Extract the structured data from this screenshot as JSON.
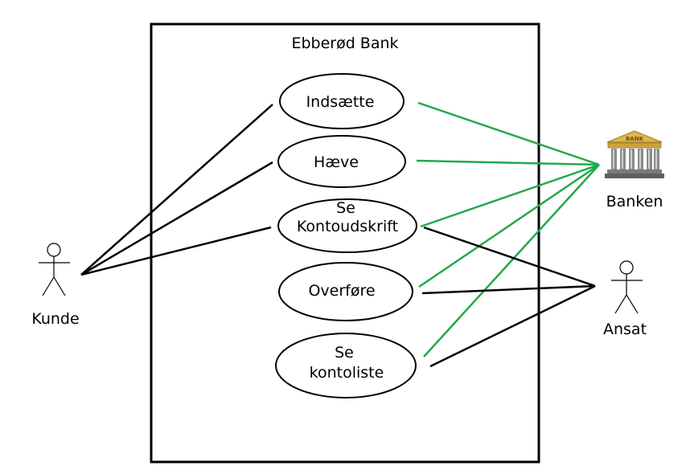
{
  "system": {
    "title": "Ebberød Bank"
  },
  "actors": {
    "kunde": {
      "label": "Kunde",
      "icon": "stick-figure-icon"
    },
    "banken": {
      "label": "Banken",
      "icon": "bank-building-icon",
      "sign": "BANK"
    },
    "ansat": {
      "label": "Ansat",
      "icon": "stick-figure-icon"
    }
  },
  "use_cases": {
    "indsaette": {
      "lines": [
        "Indsætte"
      ]
    },
    "haeve": {
      "lines": [
        "Hæve"
      ]
    },
    "se_kontoudskrift": {
      "lines": [
        "Se",
        "Kontoudskrift"
      ]
    },
    "overfoere": {
      "lines": [
        "Overføre"
      ]
    },
    "se_kontoliste": {
      "lines": [
        "Se",
        "kontoliste"
      ]
    }
  },
  "associations": {
    "kunde": [
      "indsaette",
      "haeve",
      "se_kontoudskrift"
    ],
    "banken": [
      "indsaette",
      "haeve",
      "se_kontoudskrift",
      "overfoere",
      "se_kontoliste"
    ],
    "ansat": [
      "se_kontoudskrift",
      "overfoere",
      "se_kontoliste"
    ]
  },
  "colors": {
    "line": "#000000",
    "bank_line": "#22a94b",
    "bank_gold": "#e3b54a",
    "bank_column": "#8a8a8a"
  }
}
